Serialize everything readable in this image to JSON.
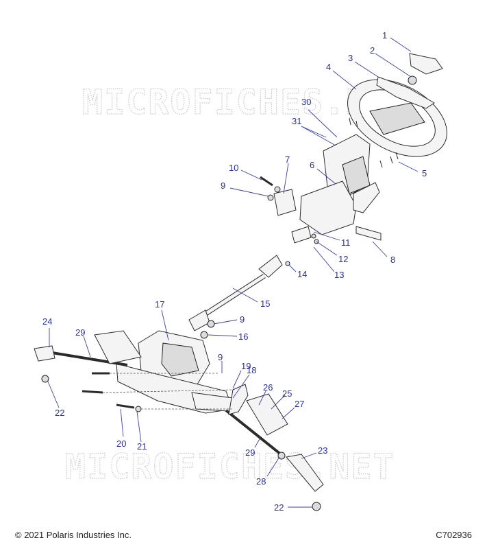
{
  "watermark": "MICROFICHES.NET",
  "copyright": "© 2021 Polaris Industries Inc.",
  "figure_code": "C702936",
  "callouts": {
    "c1": "1",
    "c2": "2",
    "c3": "3",
    "c4": "4",
    "c5": "5",
    "c6": "6",
    "c7": "7",
    "c8": "8",
    "c9a": "9",
    "c9b": "9",
    "c9c": "9",
    "c10": "10",
    "c11": "11",
    "c12": "12",
    "c13": "13",
    "c14": "14",
    "c15": "15",
    "c16": "16",
    "c17": "17",
    "c18": "18",
    "c19": "19",
    "c20": "20",
    "c21": "21",
    "c22a": "22",
    "c22b": "22",
    "c23": "23",
    "c24": "24",
    "c25": "25",
    "c26": "26",
    "c27": "27",
    "c28": "28",
    "c29a": "29",
    "c29b": "29",
    "c30": "30",
    "c31": "31"
  },
  "colors": {
    "callout": "#2a2fa8",
    "line": "#2b2b2b",
    "watermark": "#c9c9c9"
  }
}
